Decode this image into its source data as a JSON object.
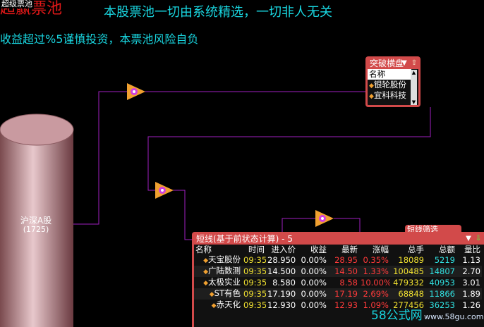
{
  "app": {
    "title": "超赢票池",
    "title_overlay": "超级票池"
  },
  "header": {
    "slogan": "本股票池一切由系统精选，一切非人无关",
    "warning": "收益超过%5谨慎投资，本票池风险自负"
  },
  "pool": {
    "name": "沪深A股",
    "count": "(1725)"
  },
  "panel_breakout": {
    "title": "突破横盘",
    "column_header": "名称",
    "items": [
      "银轮股份",
      "宜科科技"
    ]
  },
  "panel_short_filter_tab": {
    "title": "短线筛选"
  },
  "panel_short": {
    "title": "短线(基于前状态计算) - 5",
    "columns": [
      "名称",
      "时间",
      "进入价",
      "收益",
      "最新",
      "涨幅",
      "总手",
      "总额",
      "量比"
    ],
    "rows": [
      {
        "name": "天宝股份",
        "time": "09:35",
        "entry": "28.950",
        "gain": "0.00%",
        "latest": "28.95",
        "change": "0.35%",
        "volume": "18089",
        "amount": "5219",
        "vol_ratio": "1.13"
      },
      {
        "name": "广陆数测",
        "time": "09:35",
        "entry": "14.500",
        "gain": "0.00%",
        "latest": "14.50",
        "change": "1.33%",
        "volume": "100485",
        "amount": "14807",
        "vol_ratio": "2.70"
      },
      {
        "name": "太极实业",
        "time": "09:35",
        "entry": "8.580",
        "gain": "0.00%",
        "latest": "8.58",
        "change": "10.00%",
        "volume": "479332",
        "amount": "40953",
        "vol_ratio": "3.01"
      },
      {
        "name": "ST有色",
        "time": "09:35",
        "entry": "17.190",
        "gain": "0.00%",
        "latest": "17.19",
        "change": "2.69%",
        "volume": "68848",
        "amount": "11866",
        "vol_ratio": "1.89"
      },
      {
        "name": "赤天化",
        "time": "09:35",
        "entry": "12.930",
        "gain": "0.00%",
        "latest": "12.93",
        "change": "1.09%",
        "volume": "277456",
        "amount": "36253",
        "vol_ratio": "1.26"
      }
    ]
  },
  "watermark": {
    "brand": "58公式网",
    "url": "www.58gu.com"
  },
  "colors": {
    "accent_red": "#d24a4a",
    "text_cyan": "#19d6e0",
    "wire_purple": "#a020c0",
    "filter_orange": "#f0a030"
  }
}
